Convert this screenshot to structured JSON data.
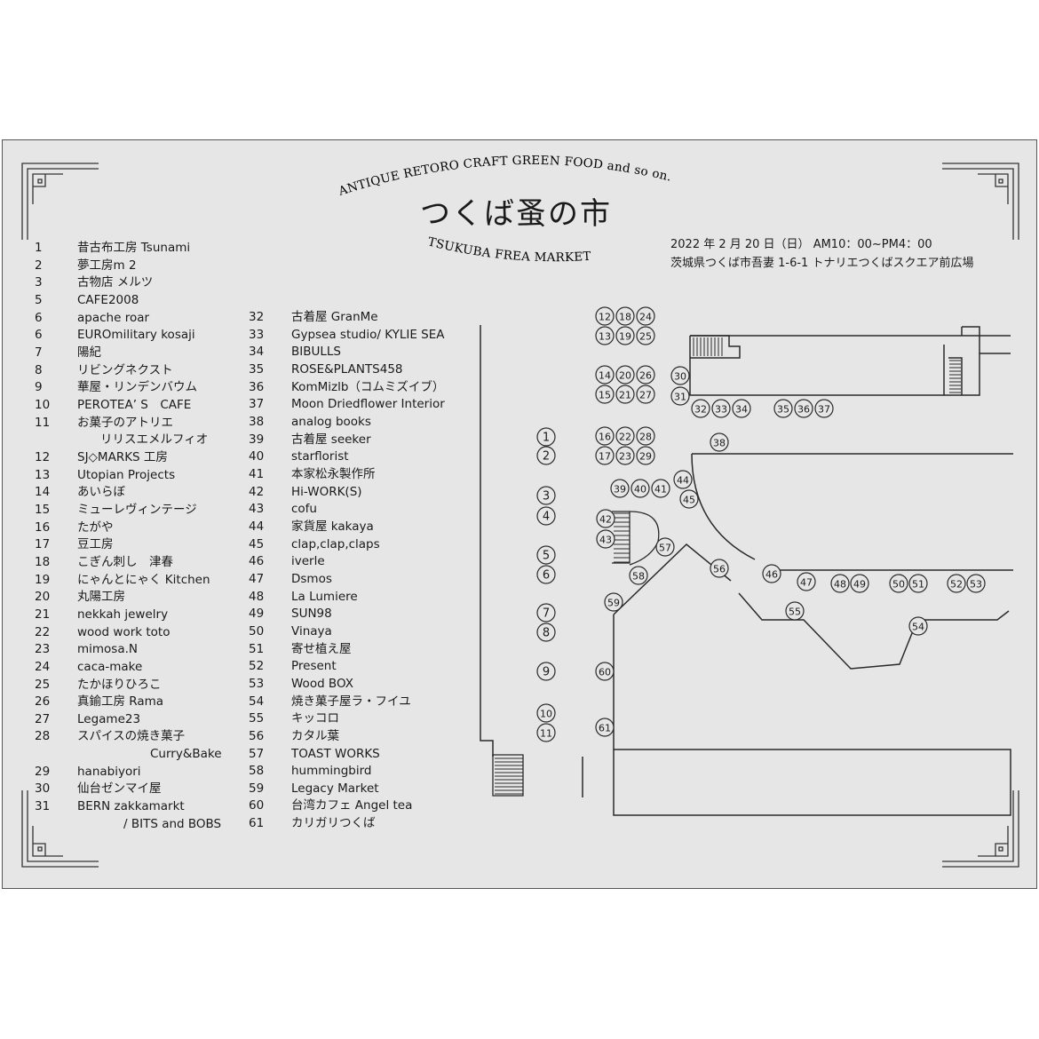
{
  "header": {
    "arc_top": "ANTIQUE RETORO CRAFT GREEN FOOD and so on.",
    "title": "つくば蚤の市",
    "arc_bottom": "TSUKUBA FREA MARKET",
    "date_time": "2022 年 2 月 20 日（日）  AM10：00~PM4：00",
    "address": "茨城県つくば市吾妻 1-6-1 トナリエつくばスクエア前広場"
  },
  "vendors_left": [
    {
      "num": "1",
      "name": "昔古布工房 Tsunami"
    },
    {
      "num": "2",
      "name": "夢工房m 2"
    },
    {
      "num": "3",
      "name": "古物店 メルツ"
    },
    {
      "num": "5",
      "name": "CAFE2008"
    },
    {
      "num": "6",
      "name": "apache roar"
    },
    {
      "num": "6",
      "name": "EUROmilitary kosaji"
    },
    {
      "num": "7",
      "name": "陽紀"
    },
    {
      "num": "8",
      "name": "リビングネクスト"
    },
    {
      "num": "9",
      "name": "華屋・リンデンバウム"
    },
    {
      "num": "10",
      "name": "PEROTEA’ S　CAFE"
    },
    {
      "num": "11",
      "name": "お菓子のアトリエ"
    },
    {
      "num": "",
      "name": "リリスエメルフィオ",
      "indent": true
    },
    {
      "num": "12",
      "name": "SJ◇MARKS 工房"
    },
    {
      "num": "13",
      "name": "Utopian Projects"
    },
    {
      "num": "14",
      "name": "あいらぼ"
    },
    {
      "num": "15",
      "name": "ミューレヴィンテージ"
    },
    {
      "num": "16",
      "name": "たがや"
    },
    {
      "num": "17",
      "name": "豆工房"
    },
    {
      "num": "18",
      "name": "こぎん刺し　津春"
    },
    {
      "num": "19",
      "name": "にゃんとにゃく Kitchen"
    },
    {
      "num": "20",
      "name": "丸陽工房"
    },
    {
      "num": "21",
      "name": "nekkah jewelry"
    },
    {
      "num": "22",
      "name": "wood work toto"
    },
    {
      "num": "23",
      "name": "mimosa.N"
    },
    {
      "num": "24",
      "name": "caca-make"
    },
    {
      "num": "25",
      "name": "たかほりひろこ"
    },
    {
      "num": "26",
      "name": "真鍮工房 Rama"
    },
    {
      "num": "27",
      "name": "Legame23"
    },
    {
      "num": "28",
      "name": "スパイスの焼き菓子"
    },
    {
      "num": "",
      "name": "Curry&Bake",
      "indent": true
    },
    {
      "num": "29",
      "name": "hanabiyori"
    },
    {
      "num": "30",
      "name": "仙台ゼンマイ屋"
    },
    {
      "num": "31",
      "name": "BERN zakkamarkt"
    },
    {
      "num": "",
      "name": "/ BITS and BOBS",
      "indent": true
    }
  ],
  "vendors_right": [
    {
      "num": "32",
      "name": "古着屋 GranMe"
    },
    {
      "num": "33",
      "name": "Gypsea studio/ KYLIE SEA"
    },
    {
      "num": "34",
      "name": "BIBULLS"
    },
    {
      "num": "35",
      "name": "ROSE&PLANTS458"
    },
    {
      "num": "36",
      "name": "KomMizlb（コムミズイブ）"
    },
    {
      "num": "37",
      "name": "Moon Driedflower  Interior"
    },
    {
      "num": "38",
      "name": "analog books"
    },
    {
      "num": "39",
      "name": "古着屋 seeker"
    },
    {
      "num": "40",
      "name": "starflorist"
    },
    {
      "num": "41",
      "name": "本家松永製作所"
    },
    {
      "num": "42",
      "name": "Hi-WORK(S)"
    },
    {
      "num": "43",
      "name": "cofu"
    },
    {
      "num": "44",
      "name": "家貨屋 kakaya"
    },
    {
      "num": "45",
      "name": "clap,clap,claps"
    },
    {
      "num": "46",
      "name": "iverle"
    },
    {
      "num": "47",
      "name": "Dsmos"
    },
    {
      "num": "48",
      "name": "La Lumiere"
    },
    {
      "num": "49",
      "name": "SUN98"
    },
    {
      "num": "50",
      "name": "Vinaya"
    },
    {
      "num": "51",
      "name": "寄せ植え屋"
    },
    {
      "num": "52",
      "name": "Present"
    },
    {
      "num": "53",
      "name": "Wood BOX"
    },
    {
      "num": "54",
      "name": "焼き菓子屋ラ・フイユ"
    },
    {
      "num": "55",
      "name": "キッコロ"
    },
    {
      "num": "56",
      "name": "カタル葉"
    },
    {
      "num": "57",
      "name": "TOAST WORKS"
    },
    {
      "num": "58",
      "name": "hummingbird"
    },
    {
      "num": "59",
      "name": "Legacy Market"
    },
    {
      "num": "60",
      "name": "台湾カフェ Angel tea"
    },
    {
      "num": "61",
      "name": "カリガリつくば"
    }
  ],
  "map_markers": [
    "1",
    "2",
    "3",
    "4",
    "5",
    "6",
    "7",
    "8",
    "9",
    "10",
    "11",
    "12",
    "13",
    "14",
    "15",
    "16",
    "17",
    "18",
    "19",
    "20",
    "21",
    "22",
    "23",
    "24",
    "25",
    "26",
    "27",
    "28",
    "29",
    "30",
    "31",
    "32",
    "33",
    "34",
    "35",
    "36",
    "37",
    "38",
    "39",
    "40",
    "41",
    "42",
    "43",
    "44",
    "45",
    "46",
    "47",
    "48",
    "49",
    "50",
    "51",
    "52",
    "53",
    "54",
    "55",
    "56",
    "57",
    "58",
    "59",
    "60",
    "61"
  ]
}
